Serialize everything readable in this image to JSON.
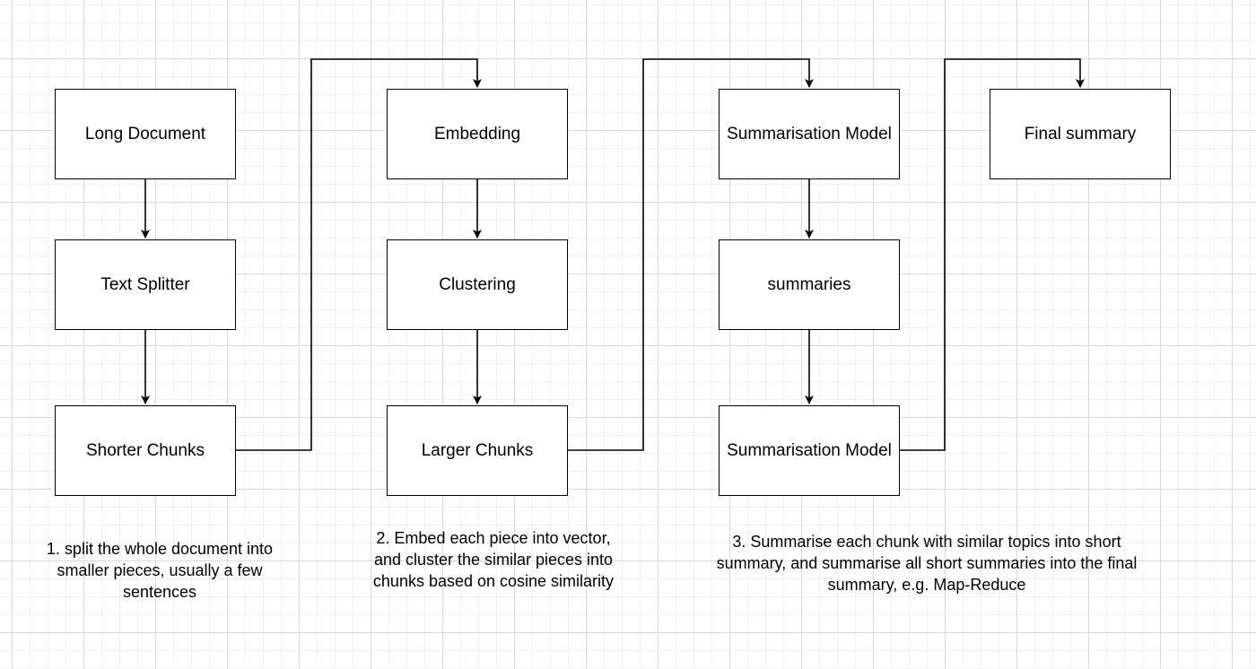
{
  "nodes": {
    "long_document": "Long Document",
    "text_splitter": "Text Splitter",
    "shorter_chunks": "Shorter Chunks",
    "embedding": "Embedding",
    "clustering": "Clustering",
    "larger_chunks": "Larger Chunks",
    "summarisation_model_1": "Summarisation Model",
    "summaries": "summaries",
    "summarisation_model_2": "Summarisation Model",
    "final_summary": "Final summary"
  },
  "captions": {
    "step1": "1. split the whole document into smaller pieces, usually a few sentences",
    "step2": "2. Embed each piece into vector, and cluster the similar pieces into chunks based on cosine similarity",
    "step3": "3. Summarise each chunk with similar topics into short summary, and summarise all short summaries into the final summary, e.g. Map-Reduce"
  },
  "edges": [
    {
      "from": "long_document",
      "to": "text_splitter"
    },
    {
      "from": "text_splitter",
      "to": "shorter_chunks"
    },
    {
      "from": "shorter_chunks",
      "to": "embedding"
    },
    {
      "from": "embedding",
      "to": "clustering"
    },
    {
      "from": "clustering",
      "to": "larger_chunks"
    },
    {
      "from": "larger_chunks",
      "to": "summarisation_model_1"
    },
    {
      "from": "summarisation_model_1",
      "to": "summaries"
    },
    {
      "from": "summaries",
      "to": "summarisation_model_2"
    },
    {
      "from": "summarisation_model_2",
      "to": "final_summary"
    }
  ]
}
